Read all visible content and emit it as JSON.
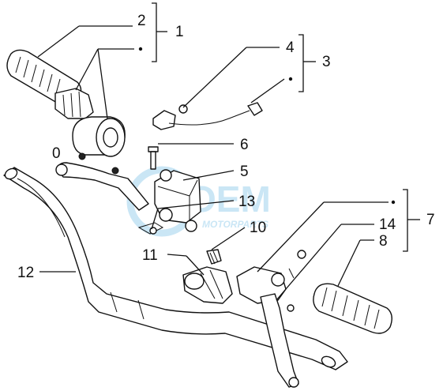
{
  "diagram": {
    "part_labels": [
      {
        "id": "p1",
        "text": "1"
      },
      {
        "id": "p2",
        "text": "2"
      },
      {
        "id": "p3",
        "text": "3"
      },
      {
        "id": "p4",
        "text": "4"
      },
      {
        "id": "p5",
        "text": "5"
      },
      {
        "id": "p6",
        "text": "6"
      },
      {
        "id": "p7",
        "text": "7"
      },
      {
        "id": "p8",
        "text": "8"
      },
      {
        "id": "p10",
        "text": "10"
      },
      {
        "id": "p11",
        "text": "11"
      },
      {
        "id": "p12",
        "text": "12"
      },
      {
        "id": "p13",
        "text": "13"
      },
      {
        "id": "p14",
        "text": "14"
      },
      {
        "id": "p0",
        "text": "0"
      }
    ]
  },
  "watermark": {
    "logo_text": "OEM",
    "tagline": "MOTORPARTS",
    "color": "#9fd3ee"
  }
}
